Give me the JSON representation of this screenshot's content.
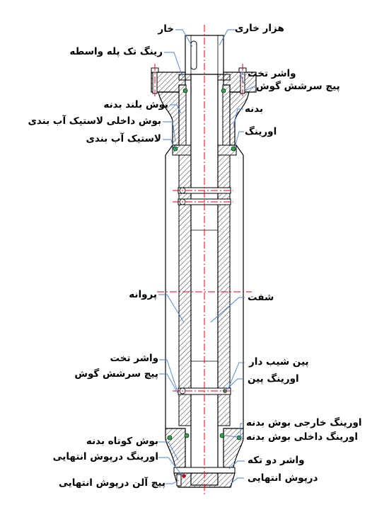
{
  "labels": {
    "hezar_khari": "هزار خاری",
    "khar": "خار",
    "ring_tak_pele": "رینگ تک پله واسطه",
    "washer_takht_top": "واشر تخت",
    "pich_sarsh_top": "پیچ سرشش گوش",
    "bush_boland": "بوش بلند بدنه",
    "badaneh": "بدنه",
    "bush_dakheli_lastik": "بوش داخلی لاستیک آب بندی",
    "oring_top": "اورینگ",
    "lastik_ab_bandi": "لاستیک آب بندی",
    "parvaneh": "پروانه",
    "shaft": "شفت",
    "washer_takht_bottom": "واشر تخت",
    "pin_shib_dar": "پین شیب دار",
    "pich_sarsh_bottom": "پیچ سرشش گوش",
    "oring_pin": "اورینگ پین",
    "oring_kharegi": "اورینگ خارجی بوش بدنه",
    "bush_kootah": "بوش کوتاه بدنه",
    "oring_dakheli": "اورینگ داخلی بوش بدنه",
    "oring_darpoosh": "اورینگ درپوش انتهایی",
    "washer_do_tekeh": "واشر دو تکه",
    "pich_alen": "پیچ آلن درپوش انتهایی",
    "darpoosh": "درپوش انتهایی"
  },
  "colors": {
    "line": "#000000",
    "center_line": "#e0001a",
    "oring": "#2aa84a",
    "leader": "#4a7fd4"
  }
}
